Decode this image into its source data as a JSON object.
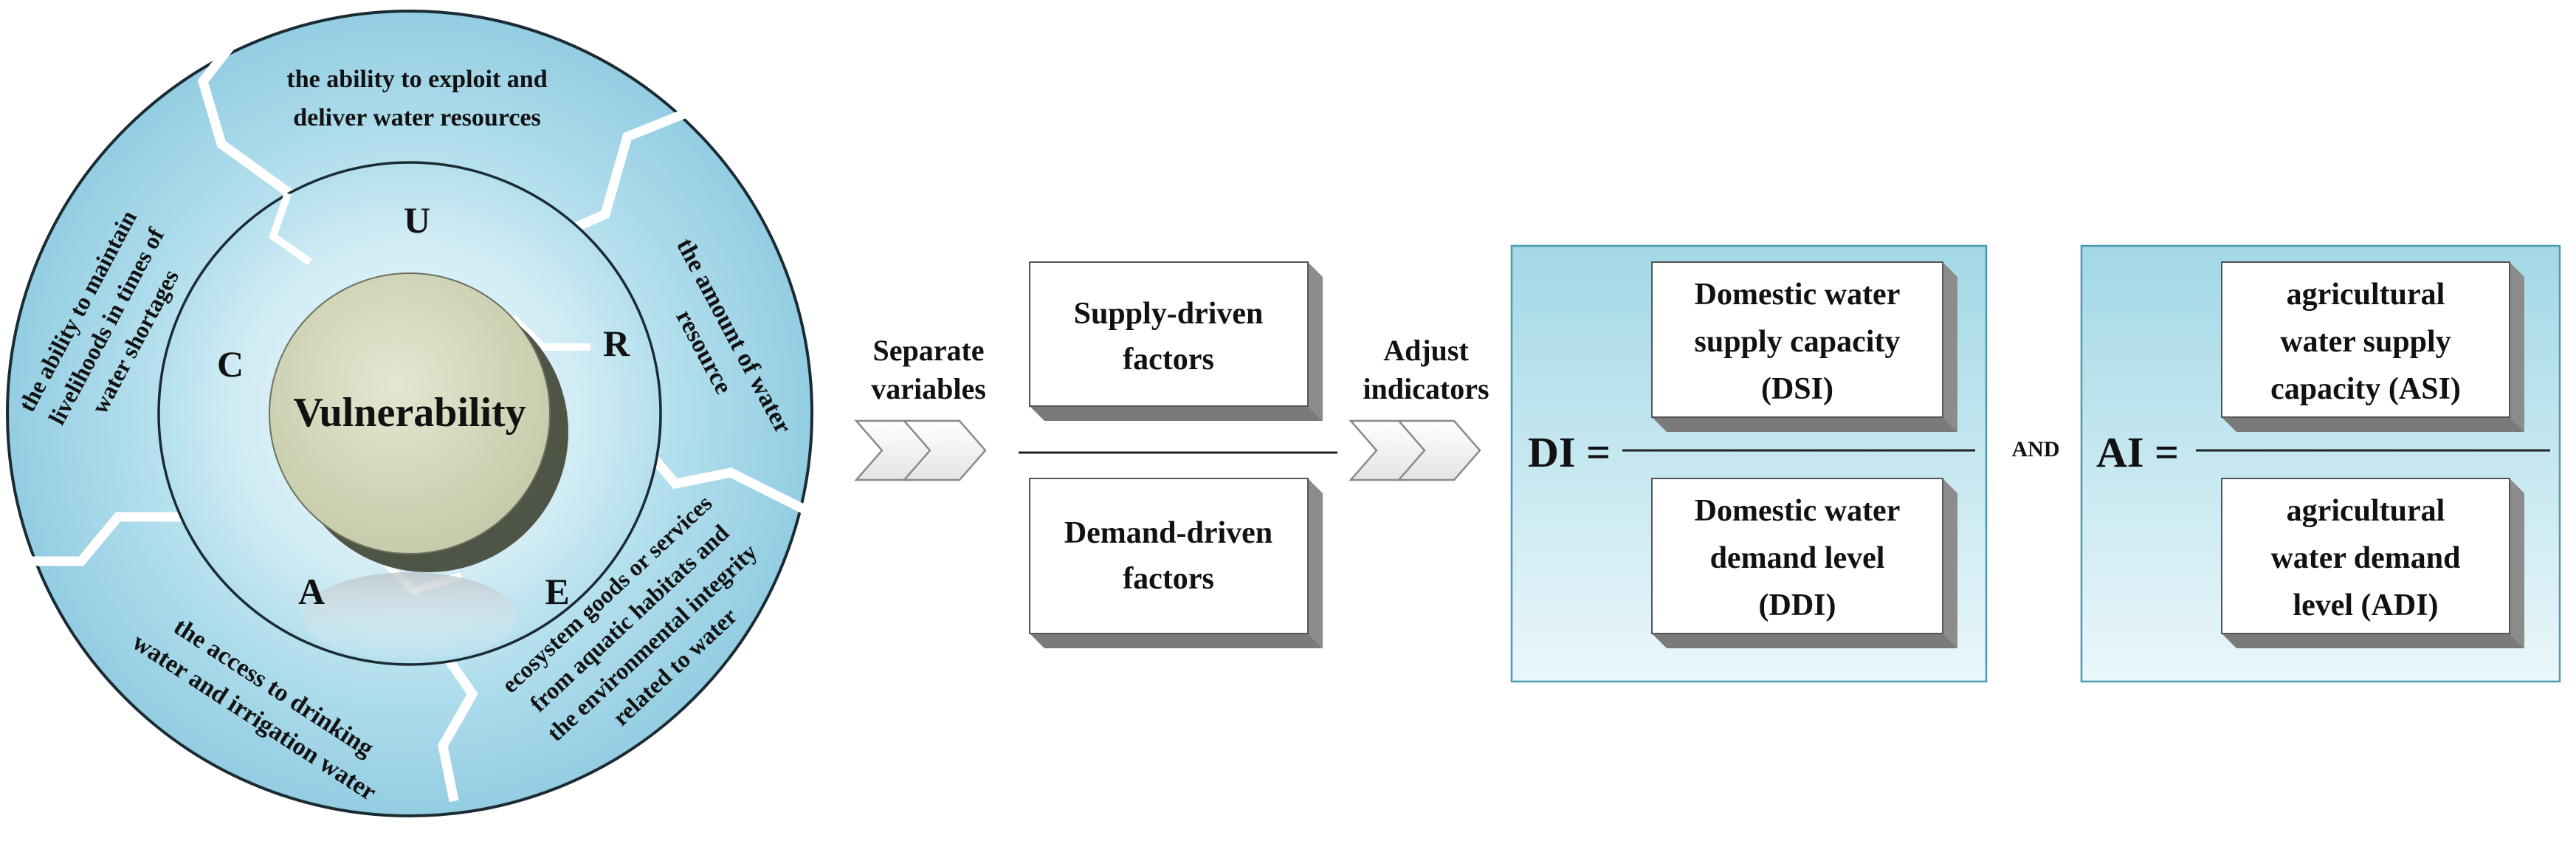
{
  "wheel": {
    "center_label": "Vulnerability",
    "letters": {
      "U": "U",
      "R": "R",
      "E": "E",
      "A": "A",
      "C": "C"
    },
    "outer_texts": {
      "top": [
        "the ability to exploit and",
        "deliver water resources"
      ],
      "right": [
        "the amount of water",
        "resource"
      ],
      "bottom_right": [
        "ecosystem goods or services",
        "from aquatic habitats and",
        "the environmental integrity",
        "related to water"
      ],
      "bottom_left": [
        "the access to drinking",
        "water and irrigation water"
      ],
      "left": [
        "the ability to maintain",
        "livelihoods in times of",
        "water shortages"
      ]
    }
  },
  "flow": {
    "separate_label": [
      "Separate",
      "variables"
    ],
    "adjust_label": [
      "Adjust",
      "indicators"
    ],
    "supply_box": [
      "Supply-driven",
      "factors"
    ],
    "demand_box": [
      "Demand-driven",
      "factors"
    ]
  },
  "di": {
    "label": "DI =",
    "numerator": [
      "Domestic water",
      "supply capacity",
      "(DSI)"
    ],
    "denominator": [
      "Domestic water",
      "demand level",
      "(DDI)"
    ]
  },
  "and_label": "AND",
  "ai": {
    "label": "AI =",
    "numerator": [
      "agricultural",
      "water supply",
      "capacity (ASI)"
    ],
    "denominator": [
      "agricultural",
      "water demand",
      "level (ADI)"
    ]
  },
  "colors": {
    "panel_top": "#a8dbe8",
    "panel_bottom": "#e9f6fa",
    "wheel_outer": "#9fd4e6",
    "center_fill": "#d2d6b9",
    "center_shadow": "#4e5446",
    "box_shadow": "#8c8c8c"
  }
}
